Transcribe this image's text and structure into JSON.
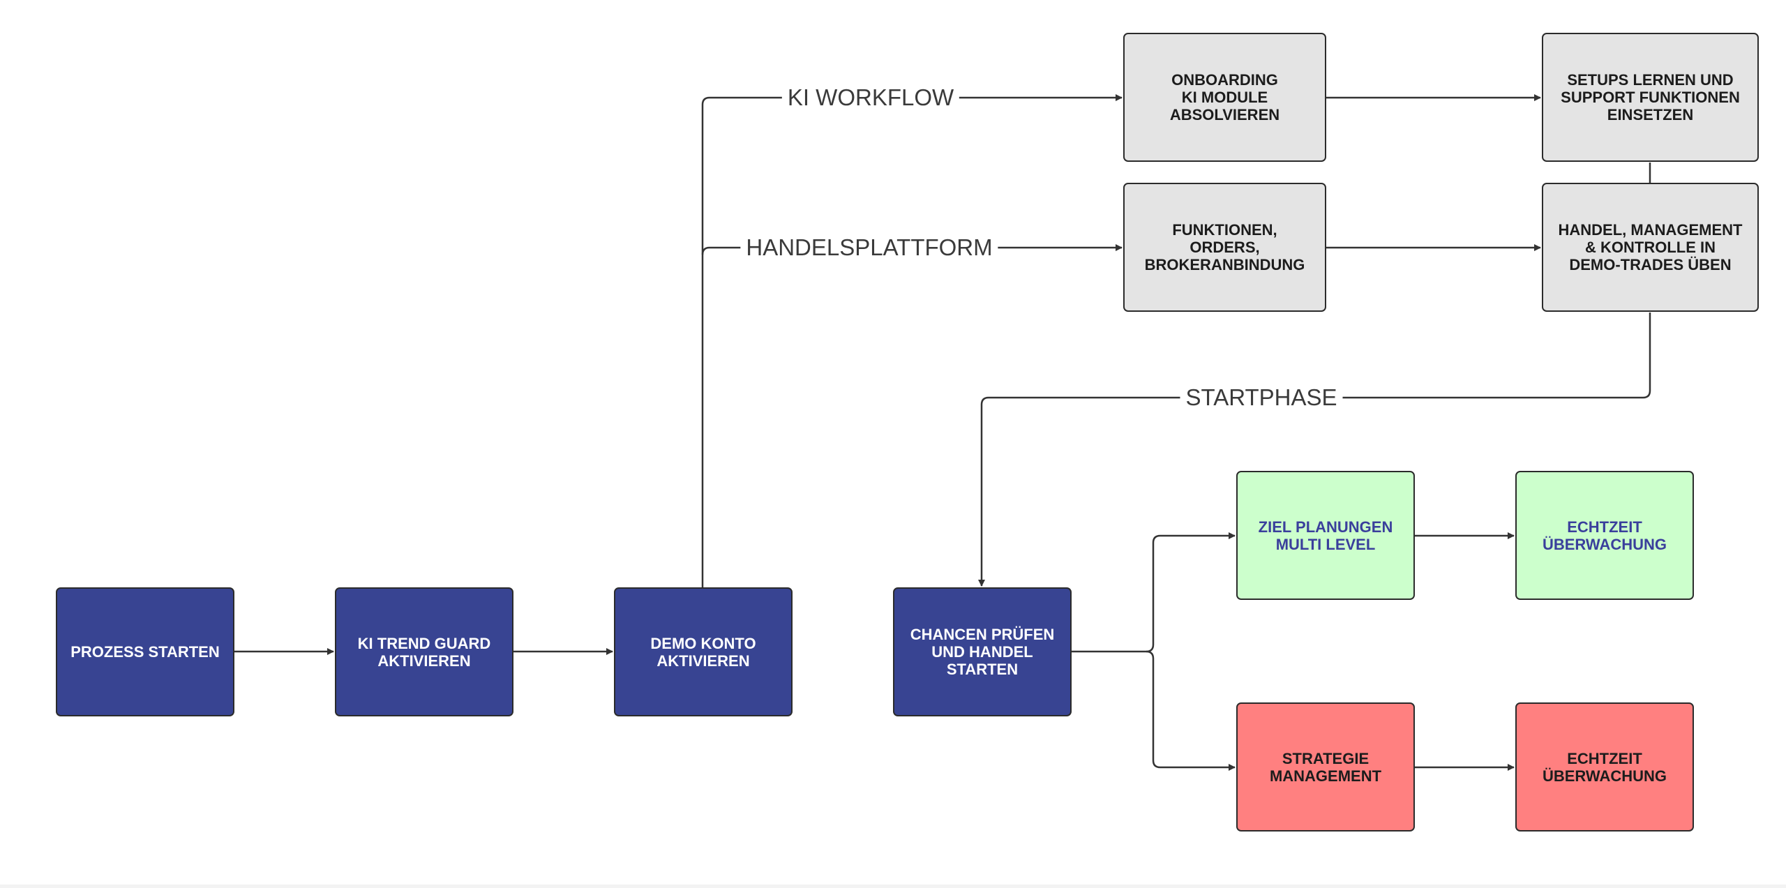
{
  "diagram": {
    "nodes": {
      "prozess_starten": "PROZESS STARTEN",
      "ki_trend_guard": "KI TREND GUARD\nAKTIVIEREN",
      "demo_konto": "DEMO KONTO\nAKTIVIEREN",
      "chancen_pruefen": "CHANCEN PRÜFEN\nUND HANDEL\nSTARTEN",
      "onboarding": "ONBOARDING\nKI MODULE\nABSOLVIEREN",
      "setups_lernen": "SETUPS LERNEN UND\nSUPPORT FUNKTIONEN\nEINSETZEN",
      "funktionen_orders": "FUNKTIONEN,\nORDERS,\nBROKERANBINDUNG",
      "handel_management": "HANDEL, MANAGEMENT\n& KONTROLLE IN\nDEMO-TRADES ÜBEN",
      "ziel_planungen": "ZIEL PLANUNGEN\nMULTI LEVEL",
      "echtzeit_green": "ECHTZEIT\nÜBERWACHUNG",
      "strategie_management": "STRATEGIE\nMANAGEMENT",
      "echtzeit_red": "ECHTZEIT\nÜBERWACHUNG"
    },
    "edge_labels": {
      "ki_workflow": "KI WORKFLOW",
      "handelsplattform": "HANDELSPLATTFORM",
      "startphase": "STARTPHASE"
    },
    "colors": {
      "blue_fill": "#384492",
      "gray_fill": "#e4e4e4",
      "green_fill": "#ccffcc",
      "red_fill": "#ff8080",
      "line": "#333333"
    }
  }
}
